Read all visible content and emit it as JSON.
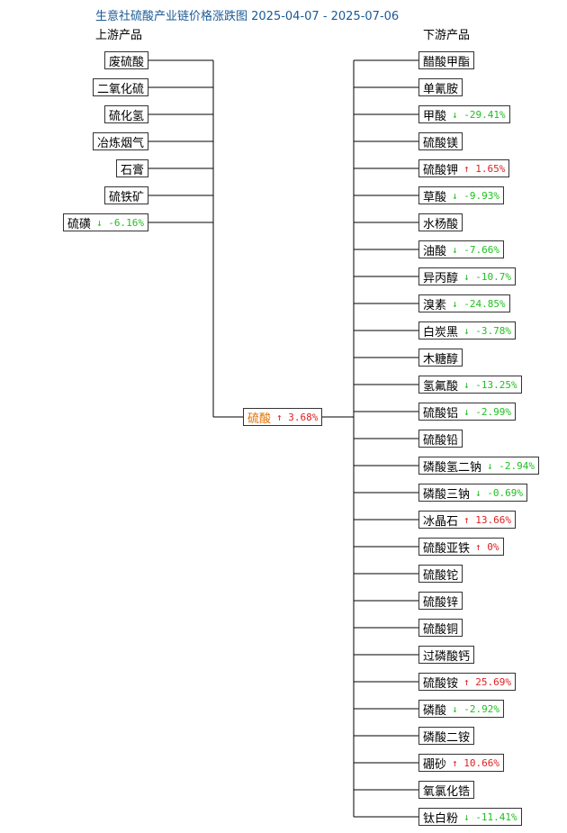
{
  "title": "生意社硫酸产业链价格涨跌图 2025-04-07 - 2025-07-06",
  "upstream_header": "上游产品",
  "downstream_header": "下游产品",
  "center": {
    "name": "硫酸",
    "change": "3.68%",
    "dir": "up"
  },
  "upstream": [
    {
      "name": "废硫酸"
    },
    {
      "name": "二氧化硫"
    },
    {
      "name": "硫化氢"
    },
    {
      "name": "冶炼烟气"
    },
    {
      "name": "石膏"
    },
    {
      "name": "硫铁矿"
    },
    {
      "name": "硫磺",
      "change": "-6.16%",
      "dir": "down"
    }
  ],
  "downstream": [
    {
      "name": "醋酸甲酯"
    },
    {
      "name": "单氰胺"
    },
    {
      "name": "甲酸",
      "change": "-29.41%",
      "dir": "down"
    },
    {
      "name": "硫酸镁"
    },
    {
      "name": "硫酸钾",
      "change": "1.65%",
      "dir": "up"
    },
    {
      "name": "草酸",
      "change": "-9.93%",
      "dir": "down"
    },
    {
      "name": "水杨酸"
    },
    {
      "name": "油酸",
      "change": "-7.66%",
      "dir": "down"
    },
    {
      "name": "异丙醇",
      "change": "-10.7%",
      "dir": "down"
    },
    {
      "name": "溴素",
      "change": "-24.85%",
      "dir": "down"
    },
    {
      "name": "白炭黑",
      "change": "-3.78%",
      "dir": "down"
    },
    {
      "name": "木糖醇"
    },
    {
      "name": "氢氟酸",
      "change": "-13.25%",
      "dir": "down"
    },
    {
      "name": "硫酸铝",
      "change": "-2.99%",
      "dir": "down"
    },
    {
      "name": "硫酸铅"
    },
    {
      "name": "磷酸氢二钠",
      "change": "-2.94%",
      "dir": "down"
    },
    {
      "name": "磷酸三钠",
      "change": "-0.69%",
      "dir": "down"
    },
    {
      "name": "冰晶石",
      "change": "13.66%",
      "dir": "up"
    },
    {
      "name": "硫酸亚铁",
      "change": "0%",
      "dir": "up"
    },
    {
      "name": "硫酸铊"
    },
    {
      "name": "硫酸锌"
    },
    {
      "name": "硫酸铜"
    },
    {
      "name": "过磷酸钙"
    },
    {
      "name": "硫酸铵",
      "change": "25.69%",
      "dir": "up"
    },
    {
      "name": "磷酸",
      "change": "-2.92%",
      "dir": "down"
    },
    {
      "name": "磷酸二铵"
    },
    {
      "name": "硼砂",
      "change": "10.66%",
      "dir": "up"
    },
    {
      "name": "氧氯化锆"
    },
    {
      "name": "钛白粉",
      "change": "-11.41%",
      "dir": "down"
    }
  ],
  "colors": {
    "up": "#e02020",
    "down": "#20c020",
    "center": "#e07000",
    "title": "#1a5a96"
  }
}
